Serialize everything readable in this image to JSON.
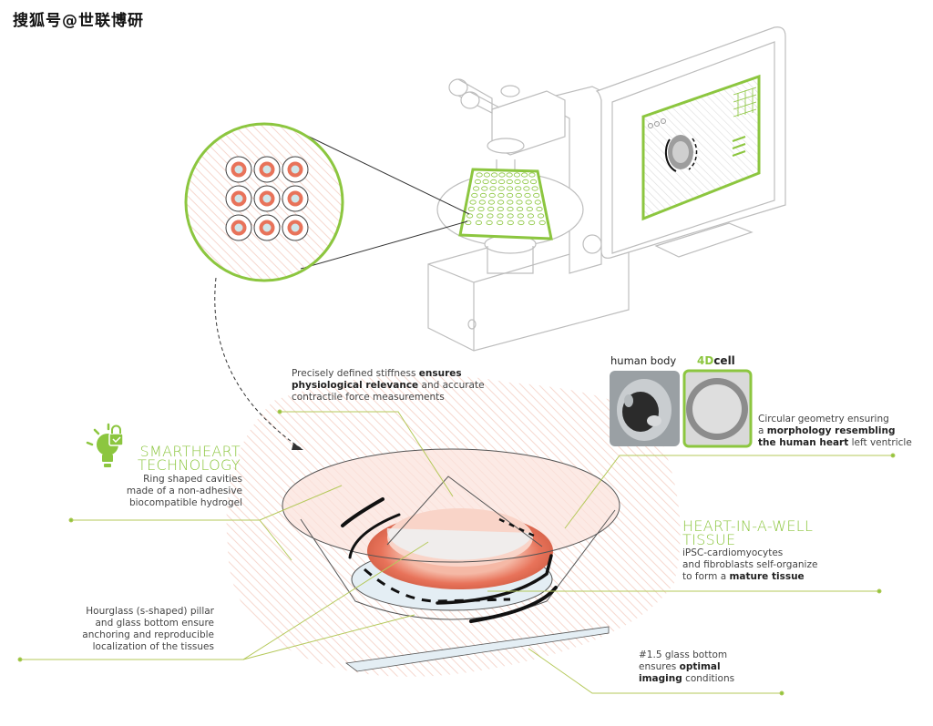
{
  "watermark": "搜狐号@世联博研",
  "colors": {
    "accent_green": "#8cc63f",
    "tissue_red": "#e8735a",
    "hatch_pink": "#f6d8cf",
    "line_gray": "#b8b8b8"
  },
  "icons": {
    "smartheart": "lightbulb-lock-icon"
  },
  "labels": {
    "stiffness": {
      "text1": "Precisely defined stiffness ",
      "bold1": "ensures",
      "bold2": "physiological relevance",
      "text2": " and accurate",
      "text3": "contractile force measurements"
    },
    "smartheart": {
      "heading1": "SMARTHEART",
      "heading2": "TECHNOLOGY",
      "line1": "Ring shaped cavities",
      "line2": "made of a non-adhesive",
      "line3": "biocompatible hydrogel"
    },
    "comparison": {
      "human_body": "human body",
      "brand_4d": "4D",
      "brand_cell": "cell"
    },
    "geometry": {
      "line1": "Circular geometry ensuring",
      "text_a": "a ",
      "bold1": "morphology resembling",
      "bold2": "the human heart",
      "text_b": " left ventricle"
    },
    "heart_in_well": {
      "heading1": "HEART-IN-A-WELL",
      "heading2": "TISSUE",
      "line1": "iPSC-cardiomyocytes",
      "line2": "and fibroblasts self-organize",
      "text_a": "to form a ",
      "bold1": "mature tissue"
    },
    "hourglass": {
      "line1": "Hourglass (s-shaped) pillar",
      "line2": "and glass bottom ensure",
      "line3": "anchoring and reproducible",
      "line4": "localization of the tissues"
    },
    "glass_bottom": {
      "line1": "#1.5 glass bottom",
      "text_a": "ensures ",
      "bold1": "optimal",
      "bold2": "imaging",
      "text_b": " conditions"
    }
  }
}
